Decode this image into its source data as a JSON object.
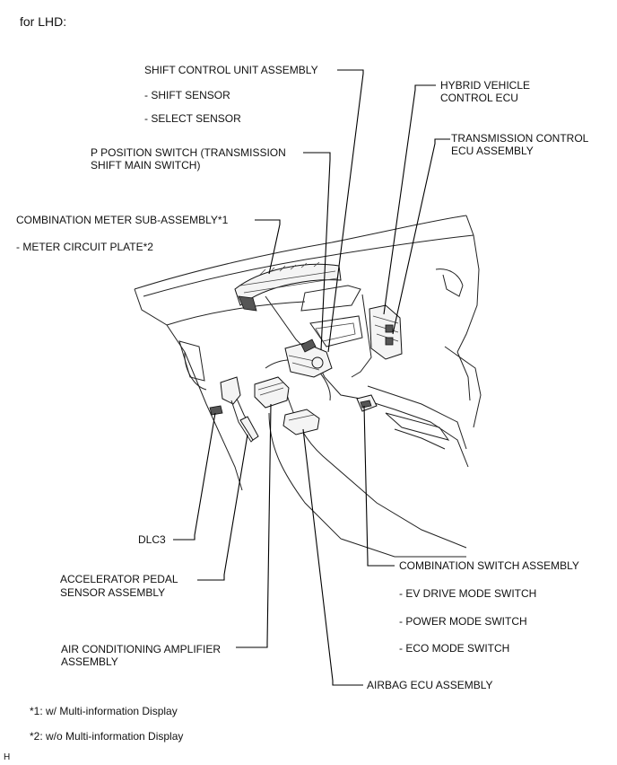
{
  "header": "for LHD:",
  "labels": {
    "shift_control_unit": "SHIFT CONTROL UNIT ASSEMBLY",
    "shift_sensor": "- SHIFT SENSOR",
    "select_sensor": "- SELECT SENSOR",
    "p_position_switch_1": "P POSITION SWITCH (TRANSMISSION",
    "p_position_switch_2": "SHIFT MAIN SWITCH)",
    "combination_meter": "COMBINATION METER SUB-ASSEMBLY*1",
    "meter_circuit_plate": "- METER CIRCUIT PLATE*2",
    "hybrid_ecu_1": "HYBRID VEHICLE",
    "hybrid_ecu_2": "CONTROL ECU",
    "transmission_ecu_1": "TRANSMISSION CONTROL",
    "transmission_ecu_2": "ECU ASSEMBLY",
    "dlc3": "DLC3",
    "accel_pedal_1": "ACCELERATOR PEDAL",
    "accel_pedal_2": "SENSOR ASSEMBLY",
    "ac_amplifier_1": "AIR CONDITIONING AMPLIFIER",
    "ac_amplifier_2": "ASSEMBLY",
    "combination_switch": "COMBINATION SWITCH ASSEMBLY",
    "ev_drive_mode": "- EV DRIVE MODE SWITCH",
    "power_mode": "- POWER MODE SWITCH",
    "eco_mode": "- ECO MODE SWITCH",
    "airbag_ecu": "AIRBAG ECU ASSEMBLY"
  },
  "footnotes": {
    "note1": "*1: w/ Multi-information Display",
    "note2": "*2: w/o Multi-information Display"
  },
  "corner_mark": "H"
}
